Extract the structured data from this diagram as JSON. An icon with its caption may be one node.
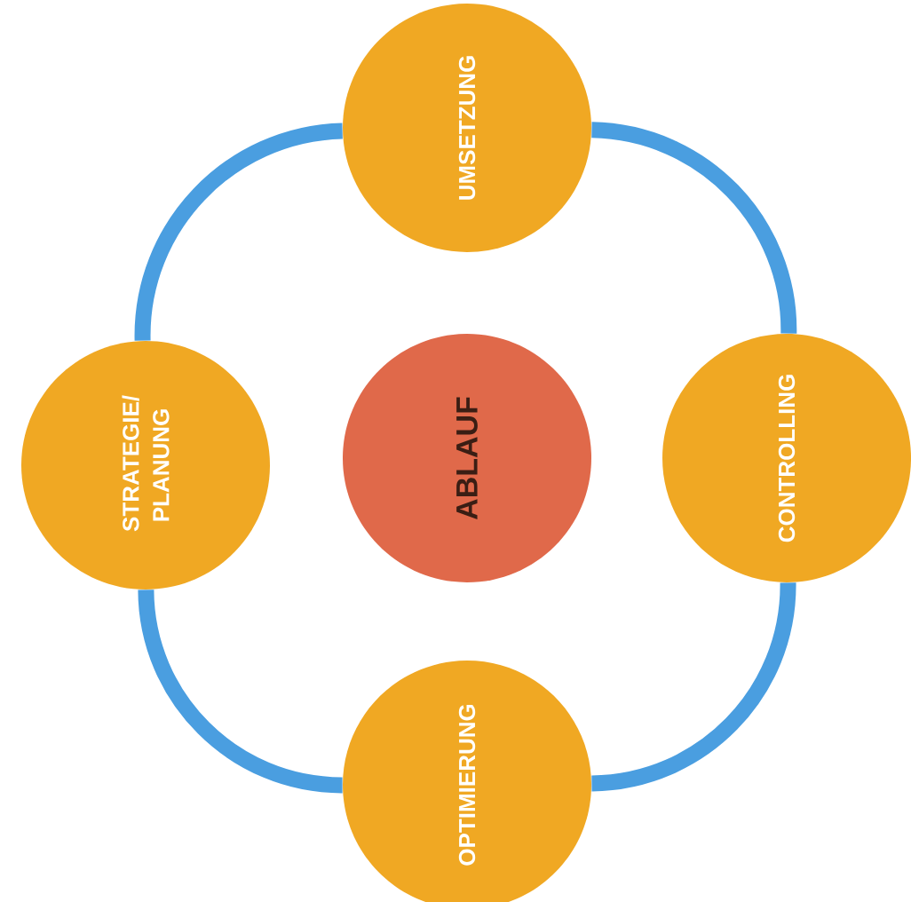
{
  "diagram": {
    "nodes": [
      {
        "text": [
          "UMSETZUNG"
        ]
      },
      {
        "text": [
          "STRATEGIE/ PLANUNG"
        ]
      },
      {
        "text": [
          "ABLAUF"
        ]
      },
      {
        "text": [
          "CONTROLLING"
        ]
      },
      {
        "text": [
          "OPTIMIERUNG"
        ]
      }
    ],
    "edges": [
      {
        "from": 0,
        "to": 3,
        "arrow": "none"
      },
      {
        "from": 3,
        "to": 4,
        "arrow": "none"
      },
      {
        "from": 4,
        "to": 1,
        "arrow": "none"
      },
      {
        "from": 1,
        "to": 0,
        "arrow": "none"
      }
    ]
  }
}
